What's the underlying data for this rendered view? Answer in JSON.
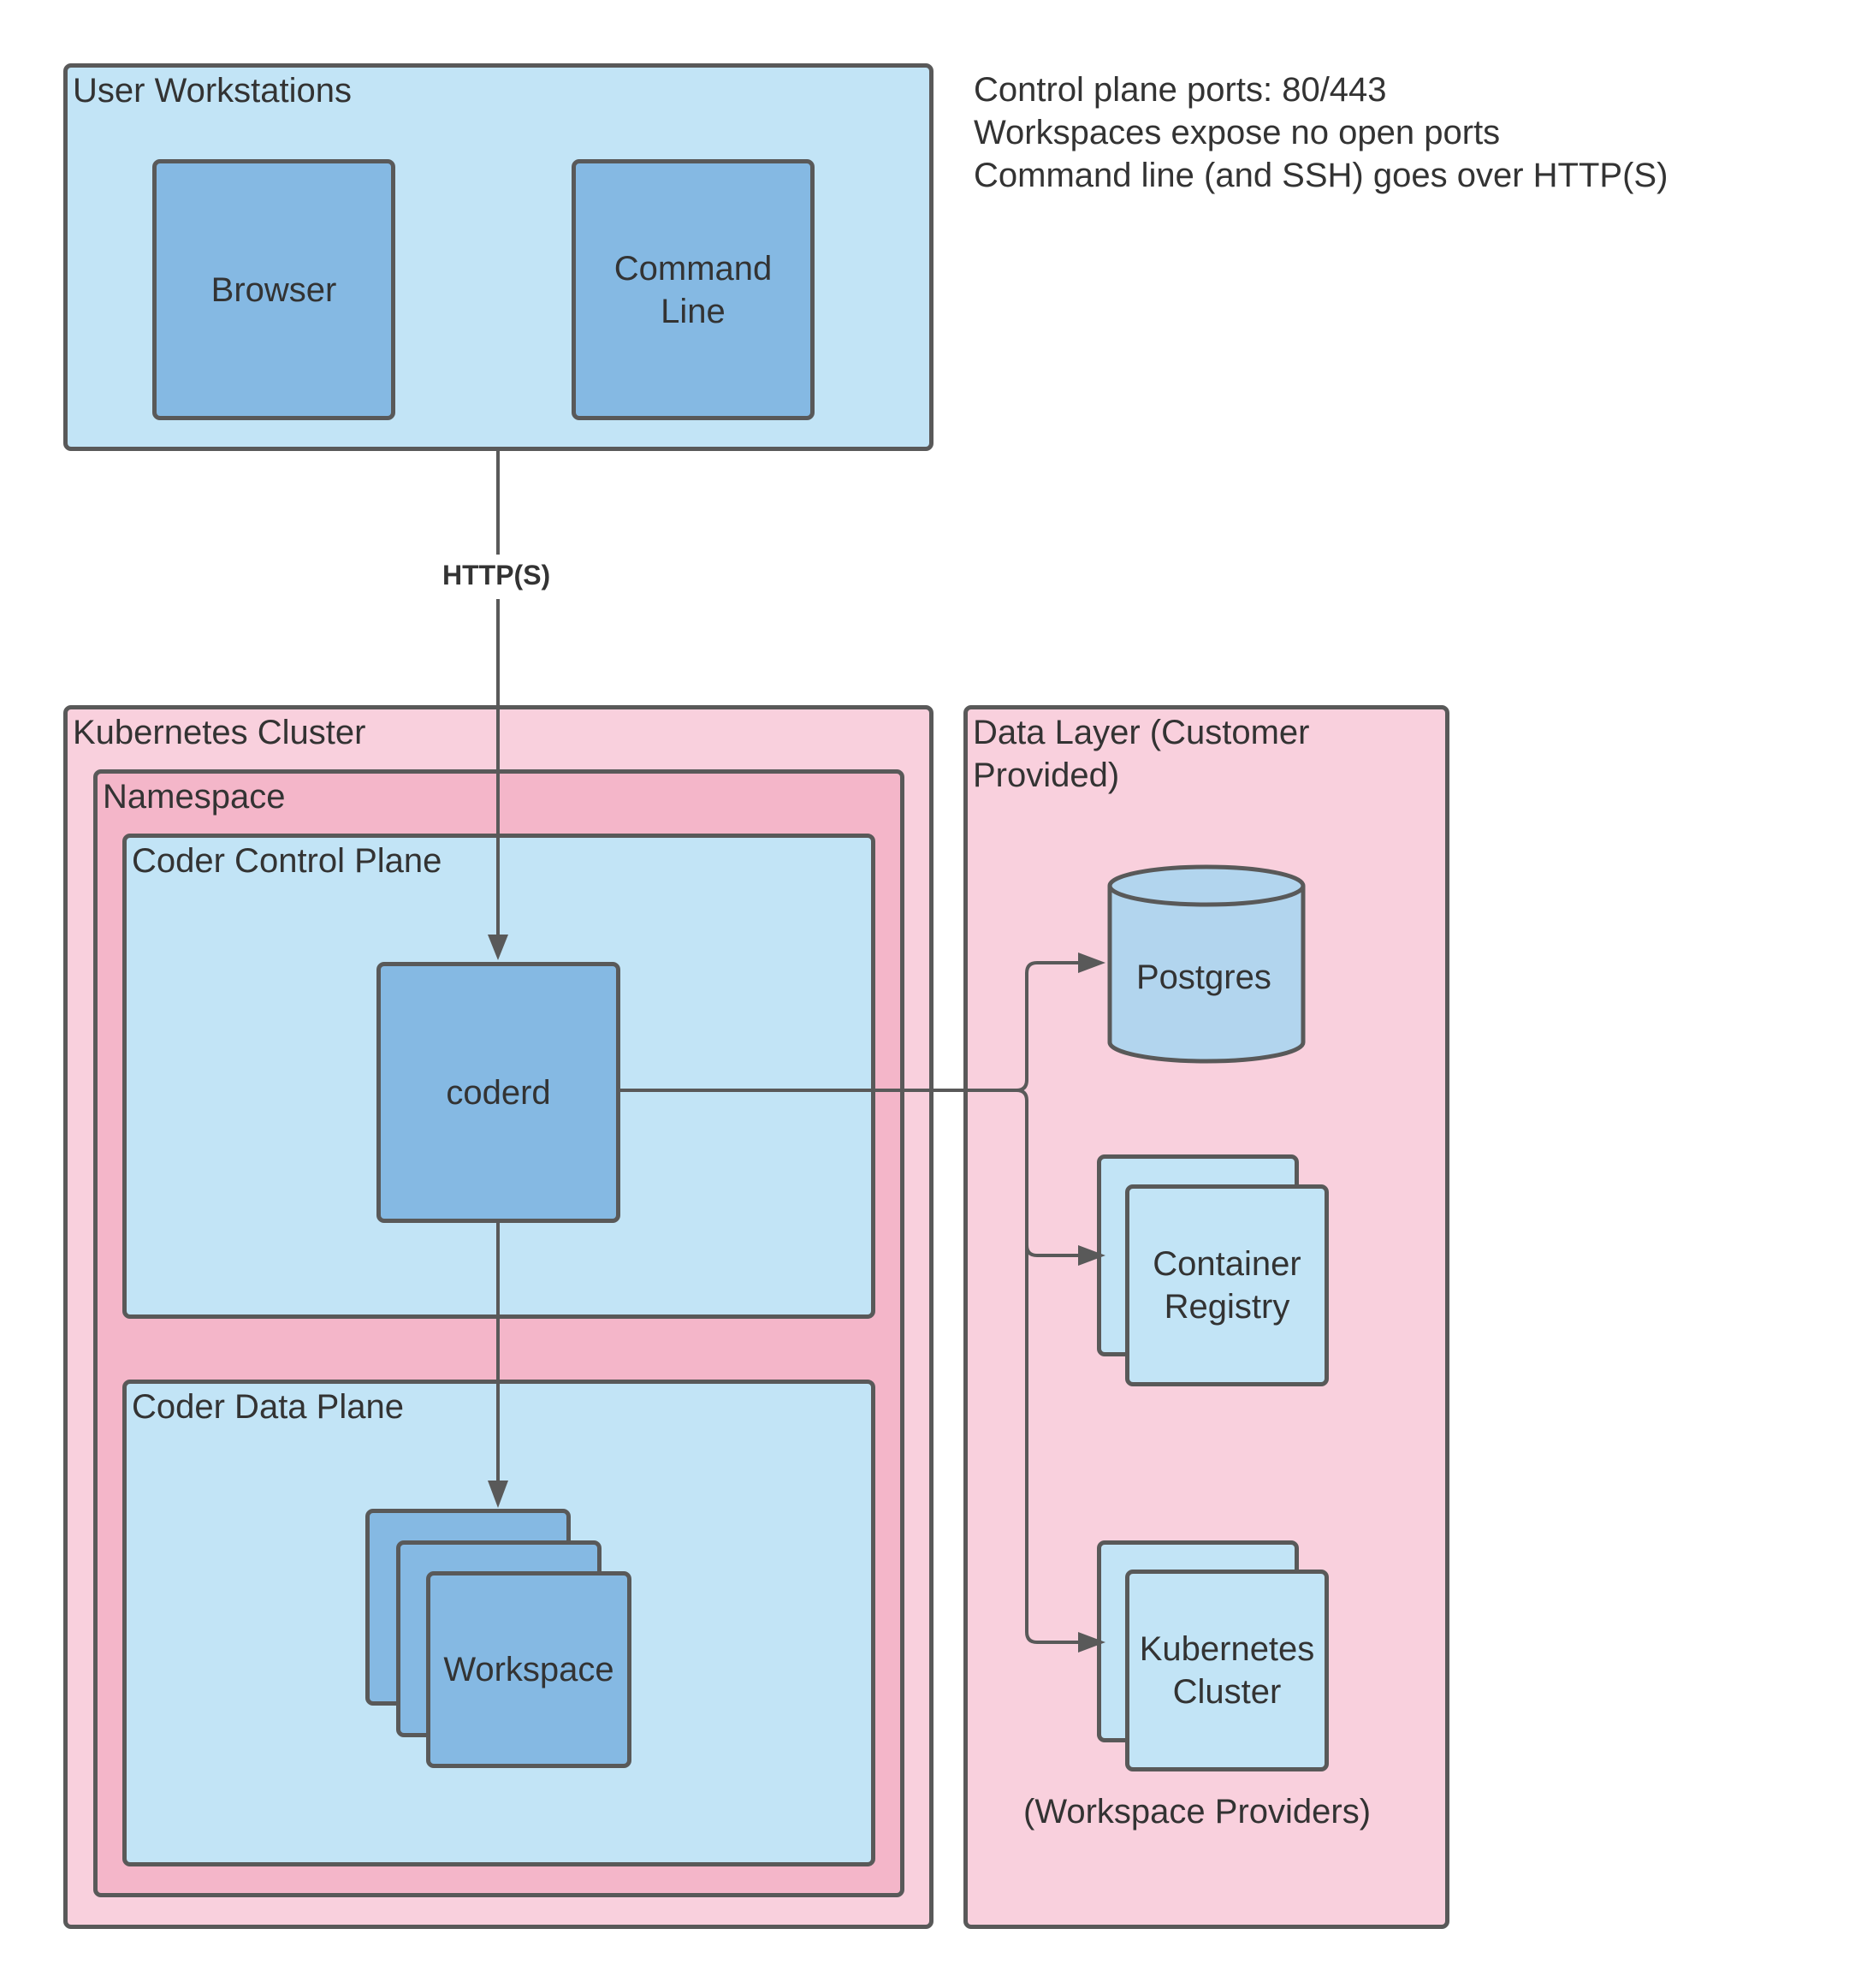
{
  "notes": [
    "Control plane ports: 80/443",
    "Workspaces expose no open ports",
    "Command line (and SSH) goes over HTTP(S)"
  ],
  "user_workstations": {
    "title": "User Workstations",
    "browser": "Browser",
    "command_line": "Command\nLine"
  },
  "connection_label": "HTTP(S)",
  "kubernetes_cluster": {
    "title": "Kubernetes Cluster",
    "namespace": "Namespace",
    "control_plane": "Coder Control Plane",
    "coderd": "coderd",
    "data_plane": "Coder Data Plane",
    "workspace": "Workspace"
  },
  "data_layer": {
    "title": "Data Layer (Customer\nProvided)",
    "postgres": "Postgres",
    "container_registry": "Container\nRegistry",
    "kubernetes_cluster": "Kubernetes\nCluster",
    "footnote": "(Workspace Providers)"
  },
  "colors": {
    "light_blue": "#c2e4f6",
    "mid_blue": "#85b9e3",
    "light_pink": "#f9d0dd",
    "mid_pink": "#f4b6c9",
    "stroke": "#595959"
  }
}
